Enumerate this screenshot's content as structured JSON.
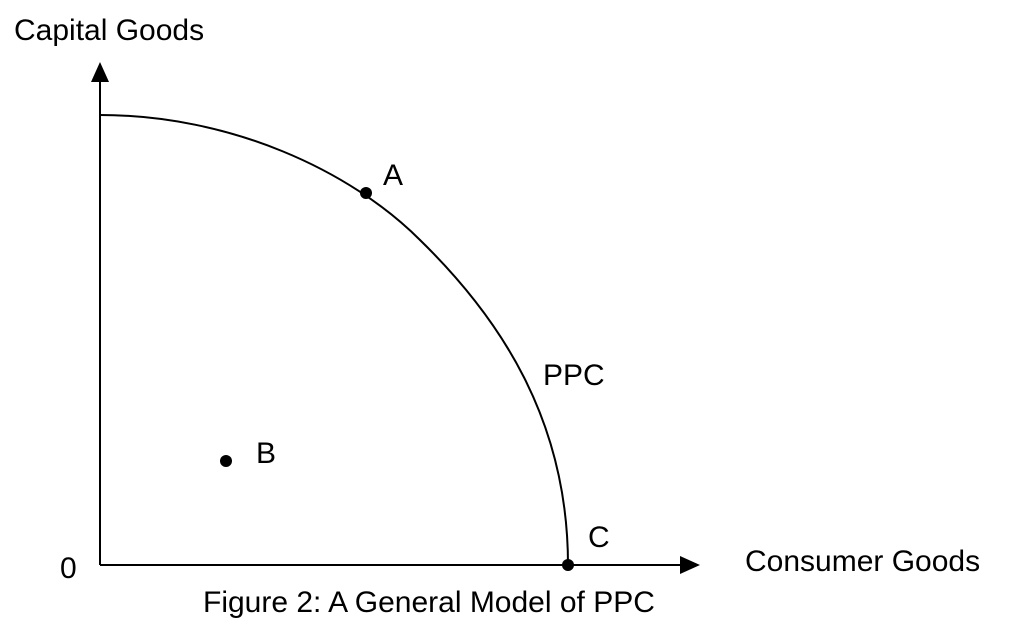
{
  "figure": {
    "caption": "Figure 2: A General Model of PPC",
    "y_axis_label": "Capital Goods",
    "x_axis_label": "Consumer Goods",
    "origin_label": "0",
    "curve_label": "PPC",
    "points": [
      {
        "id": "A",
        "label": "A"
      },
      {
        "id": "B",
        "label": "B"
      },
      {
        "id": "C",
        "label": "C"
      }
    ],
    "colors": {
      "ink": "#000000",
      "background": "#ffffff"
    }
  }
}
